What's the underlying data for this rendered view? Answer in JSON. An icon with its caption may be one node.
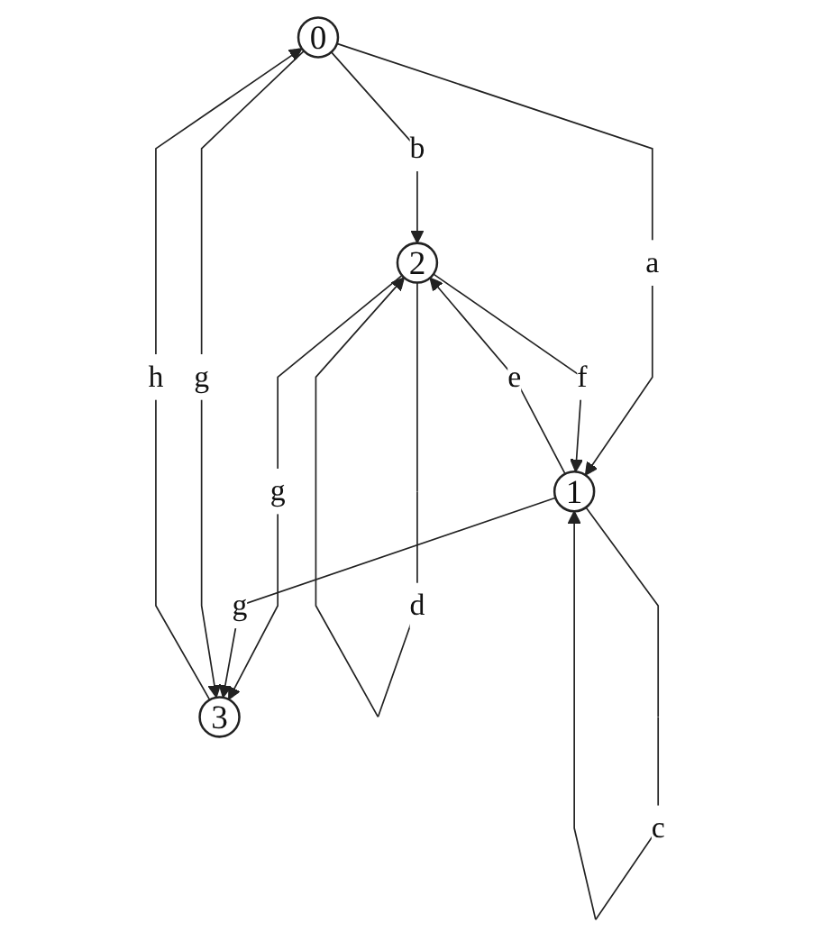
{
  "diagram": {
    "nodes": [
      {
        "text": [
          "0"
        ]
      },
      {
        "text": [
          "1"
        ]
      },
      {
        "text": [
          "2"
        ]
      },
      {
        "text": [
          "3"
        ]
      }
    ],
    "edges": [
      {
        "from": 0,
        "to": 2,
        "arrow": "to",
        "label": "b"
      },
      {
        "from": 0,
        "to": 1,
        "arrow": "to",
        "label": "a"
      },
      {
        "from": 2,
        "to": 2,
        "arrow": "to",
        "label": "d"
      },
      {
        "from": 1,
        "to": 1,
        "arrow": "to",
        "label": "c"
      },
      {
        "from": 2,
        "to": 3,
        "arrow": "to",
        "label": "g"
      },
      {
        "from": 1,
        "to": 3,
        "arrow": "to",
        "label": "g"
      },
      {
        "from": 0,
        "to": 3,
        "arrow": "to",
        "label": "g"
      },
      {
        "from": 3,
        "to": 0,
        "arrow": "to",
        "label": "h"
      },
      {
        "from": 1,
        "to": 2,
        "arrow": "to",
        "label": "e"
      },
      {
        "from": 2,
        "to": 1,
        "arrow": "to",
        "label": "f"
      }
    ]
  }
}
